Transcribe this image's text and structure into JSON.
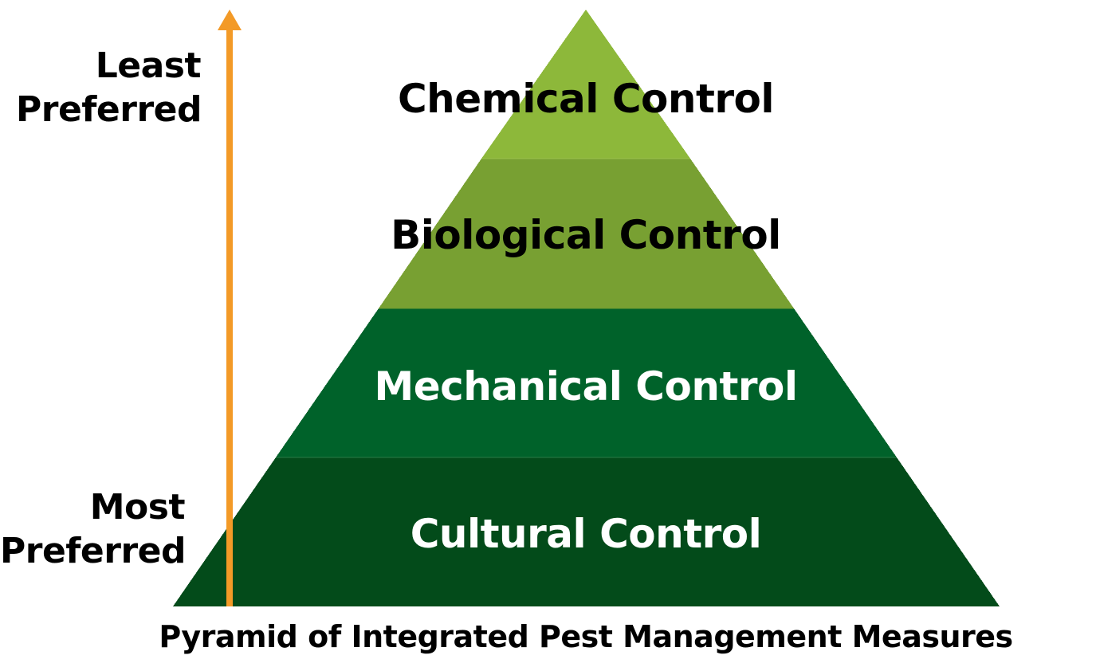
{
  "diagram": {
    "type": "pyramid",
    "caption": "Pyramid of Integrated Pest Management Measures",
    "axis": {
      "top_label_line1": "Least",
      "top_label_line2": "Preferred",
      "bottom_label_line1": "Most",
      "bottom_label_line2": "Preferred",
      "arrow_direction": "up",
      "arrow_color": "#F39A27"
    },
    "tiers": [
      {
        "label": "Chemical Control",
        "color": "#8DB83A",
        "text_color": "#000000",
        "level": 1
      },
      {
        "label": "Biological Control",
        "color": "#78A032",
        "text_color": "#000000",
        "level": 2
      },
      {
        "label": "Mechanical Control",
        "color": "#00622A",
        "text_color": "#FFFFFF",
        "level": 3
      },
      {
        "label": "Cultural Control",
        "color": "#034B1A",
        "text_color": "#FFFFFF",
        "level": 4
      }
    ]
  }
}
